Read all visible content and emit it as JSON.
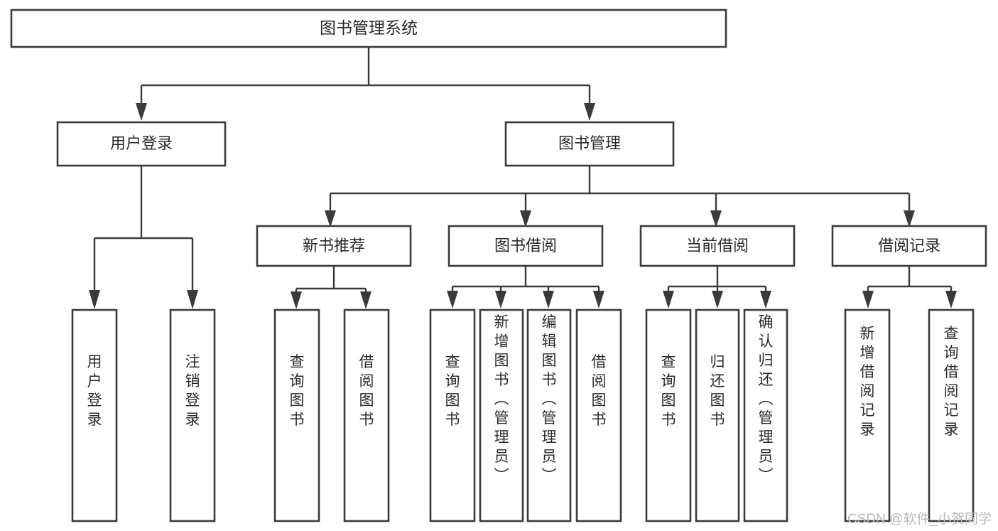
{
  "diagram": {
    "title_node": {
      "label": "图书管理系统"
    },
    "level2": [
      {
        "id": "user-login",
        "label": "用户登录"
      },
      {
        "id": "book-management",
        "label": "图书管理"
      }
    ],
    "level3": [
      {
        "id": "new-book-recommend",
        "label": "新书推荐"
      },
      {
        "id": "book-borrow",
        "label": "图书借阅"
      },
      {
        "id": "current-borrow",
        "label": "当前借阅"
      },
      {
        "id": "borrow-record",
        "label": "借阅记录"
      }
    ],
    "leaves": {
      "user_login": [
        {
          "id": "leaf-user-login",
          "label": "用户登录"
        },
        {
          "id": "leaf-logout-login",
          "label": "注销登录"
        }
      ],
      "new_book_recommend": [
        {
          "id": "leaf-query-book-1",
          "label": "查询图书"
        },
        {
          "id": "leaf-borrow-book-1",
          "label": "借阅图书"
        }
      ],
      "book_borrow": [
        {
          "id": "leaf-query-book-2",
          "label": "查询图书"
        },
        {
          "id": "leaf-add-book-admin",
          "label": "新增图书（管理员）"
        },
        {
          "id": "leaf-edit-book-admin",
          "label": "编辑图书（管理员）"
        },
        {
          "id": "leaf-borrow-book-2",
          "label": "借阅图书"
        }
      ],
      "current_borrow": [
        {
          "id": "leaf-query-book-3",
          "label": "查询图书"
        },
        {
          "id": "leaf-return-book",
          "label": "归还图书"
        },
        {
          "id": "leaf-confirm-return-admin",
          "label": "确认归还（管理员）"
        }
      ],
      "borrow_record": [
        {
          "id": "leaf-add-borrow-record",
          "label": "新增借阅记录"
        },
        {
          "id": "leaf-query-borrow-record",
          "label": "查询借阅记录"
        }
      ]
    }
  },
  "watermark": {
    "text": "CSDN @软件_小贺同学"
  },
  "colors": {
    "box_stroke": "#3a3a3a",
    "box_fill": "#ffffff",
    "text": "#2b2b2b",
    "watermark": "#b9b9b9",
    "background": "#ffffff"
  },
  "chart_data": {
    "type": "table",
    "title": "图书管理系统",
    "structure": "hierarchy",
    "levels": 4,
    "nodes": [
      {
        "level": 1,
        "label": "图书管理系统",
        "parent": null
      },
      {
        "level": 2,
        "label": "用户登录",
        "parent": "图书管理系统"
      },
      {
        "level": 2,
        "label": "图书管理",
        "parent": "图书管理系统"
      },
      {
        "level": 3,
        "label": "用户登录",
        "parent": "用户登录"
      },
      {
        "level": 3,
        "label": "注销登录",
        "parent": "用户登录"
      },
      {
        "level": 3,
        "label": "新书推荐",
        "parent": "图书管理"
      },
      {
        "level": 3,
        "label": "图书借阅",
        "parent": "图书管理"
      },
      {
        "level": 3,
        "label": "当前借阅",
        "parent": "图书管理"
      },
      {
        "level": 3,
        "label": "借阅记录",
        "parent": "图书管理"
      },
      {
        "level": 4,
        "label": "查询图书",
        "parent": "新书推荐"
      },
      {
        "level": 4,
        "label": "借阅图书",
        "parent": "新书推荐"
      },
      {
        "level": 4,
        "label": "查询图书",
        "parent": "图书借阅"
      },
      {
        "level": 4,
        "label": "新增图书（管理员）",
        "parent": "图书借阅"
      },
      {
        "level": 4,
        "label": "编辑图书（管理员）",
        "parent": "图书借阅"
      },
      {
        "level": 4,
        "label": "借阅图书",
        "parent": "图书借阅"
      },
      {
        "level": 4,
        "label": "查询图书",
        "parent": "当前借阅"
      },
      {
        "level": 4,
        "label": "归还图书",
        "parent": "当前借阅"
      },
      {
        "level": 4,
        "label": "确认归还（管理员）",
        "parent": "当前借阅"
      },
      {
        "level": 4,
        "label": "新增借阅记录",
        "parent": "借阅记录"
      },
      {
        "level": 4,
        "label": "查询借阅记录",
        "parent": "借阅记录"
      }
    ]
  }
}
